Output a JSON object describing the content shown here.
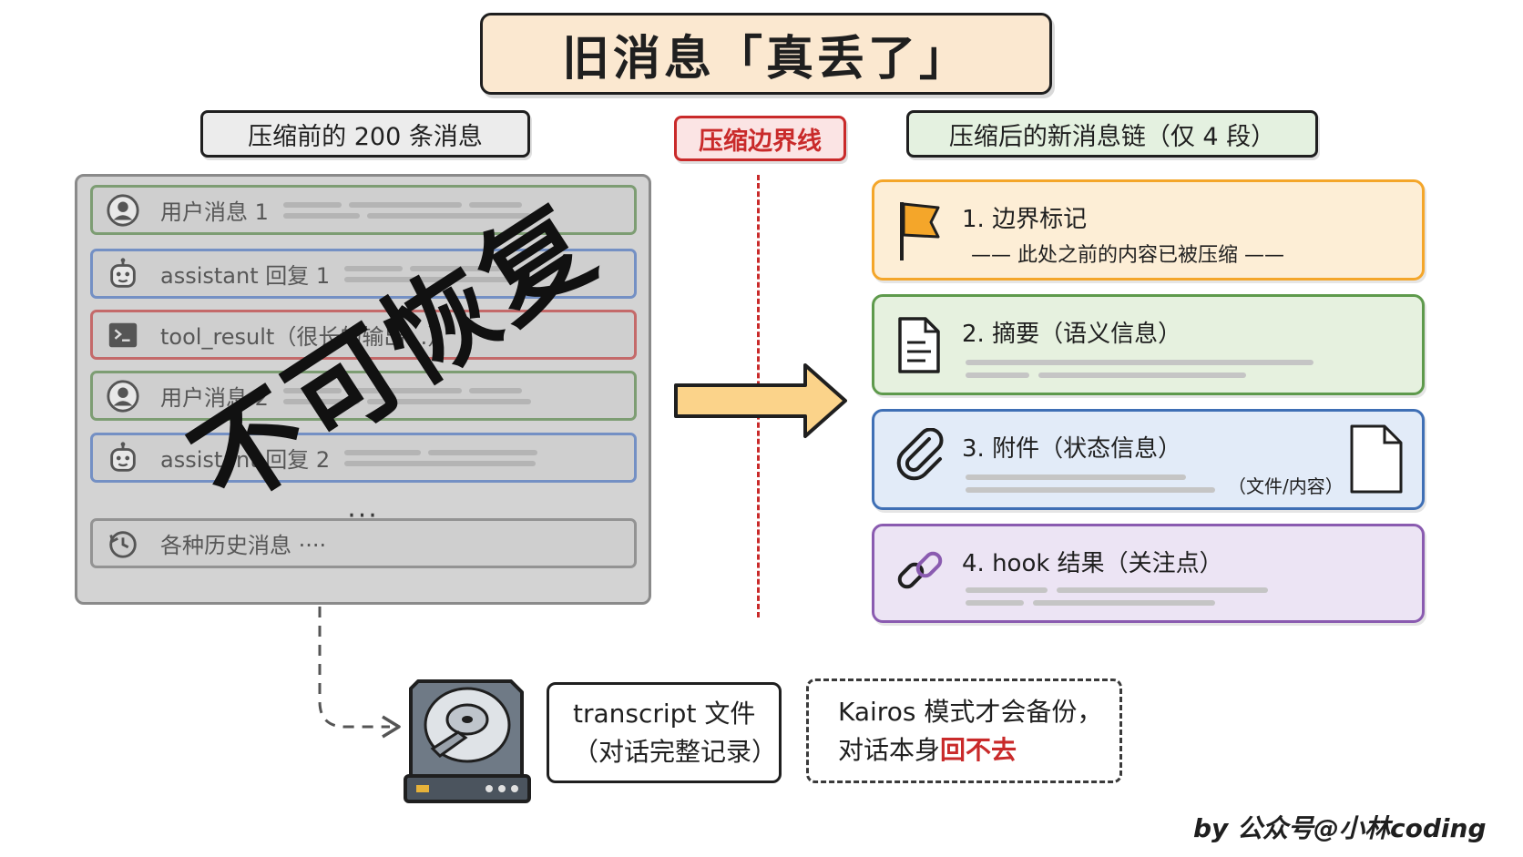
{
  "title": "旧消息「真丢了」",
  "labels": {
    "before": "压缩前的 200 条消息",
    "boundary": "压缩边界线",
    "after": "压缩后的新消息链（仅 4 段）"
  },
  "before_messages": [
    {
      "kind": "user",
      "text": "用户消息 1",
      "icon": "user-icon"
    },
    {
      "kind": "assistant",
      "text": "assistant 回复 1",
      "icon": "robot-icon"
    },
    {
      "kind": "tool",
      "text": "tool_result（很长的输出…）",
      "icon": "terminal-icon"
    },
    {
      "kind": "user",
      "text": "用户消息 2",
      "icon": "user-icon"
    },
    {
      "kind": "assistant",
      "text": "assistant 回复 2",
      "icon": "robot-icon"
    },
    {
      "kind": "history",
      "text": "各种历史消息 ····",
      "icon": "history-icon"
    }
  ],
  "ellipsis": "···",
  "stamp": "不可恢复",
  "after_segments": [
    {
      "title": "1. 边界标记",
      "subtitle": "—— 此处之前的内容已被压缩 ——",
      "icon": "flag-icon",
      "color": "#f4a62a"
    },
    {
      "title": "2. 摘要（语义信息）",
      "icon": "document-icon",
      "color": "#5e9a4c"
    },
    {
      "title": "3. 附件（状态信息）",
      "note": "（文件/内容）",
      "icon": "paperclip-icon",
      "color": "#3f6fb5"
    },
    {
      "title": "4. hook 结果（关注点）",
      "icon": "chain-link-icon",
      "color": "#8a5bb0"
    }
  ],
  "transcript": {
    "line1": "transcript 文件",
    "line2": "（对话完整记录）",
    "icon": "hard-drive-icon"
  },
  "kairos": {
    "line1": "Kairos 模式才会备份，",
    "line2_prefix": "对话本身",
    "line2_red": "回不去"
  },
  "credit": "by 公众号@小林coding",
  "colors": {
    "boundary_red": "#c92a2a",
    "arrow_fill": "#fbd38a"
  }
}
